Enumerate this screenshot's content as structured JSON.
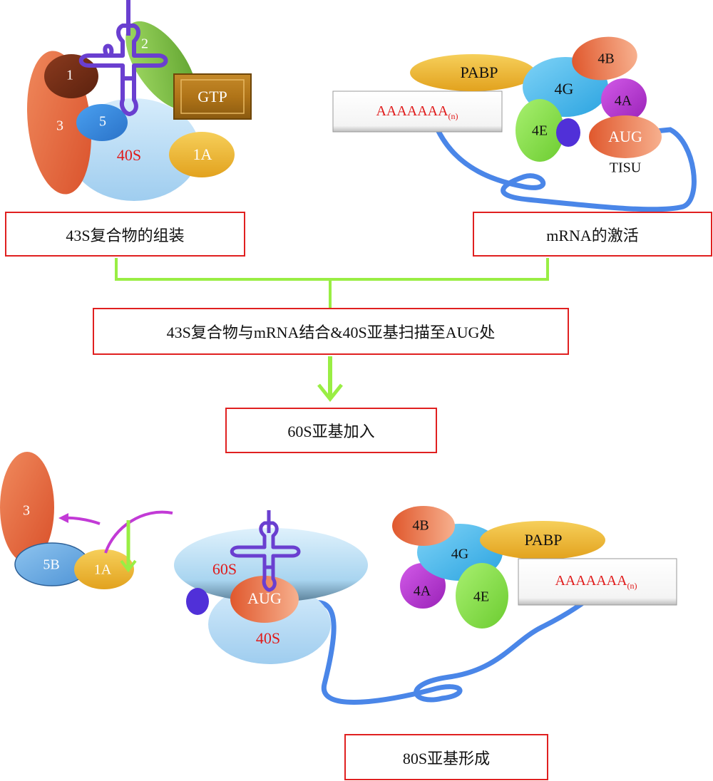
{
  "boxes": {
    "assembly": "43S复合物的组装",
    "activation": "mRNA的激活",
    "binding_scanning": "43S复合物与mRNA结合&40S亚基扫描至AUG处",
    "subunit_join": "60S亚基加入",
    "formation": "80S亚基形成"
  },
  "top_left": {
    "factor_1": "1",
    "factor_2": "2",
    "factor_3": "3",
    "factor_5": "5",
    "factor_1a": "1A",
    "gtp": "GTP",
    "subunit": "40S"
  },
  "top_right": {
    "pabp": "PABP",
    "factor_4b": "4B",
    "factor_4g": "4G",
    "factor_4a": "4A",
    "factor_4e": "4E",
    "aug": "AUG",
    "tisu": "TISU",
    "polya": "AAAAAAA",
    "polya_sub": "(n)"
  },
  "bottom_left": {
    "factor_3": "3",
    "factor_5b": "5B",
    "factor_1a": "1A"
  },
  "bottom_center": {
    "subunit_60s": "60S",
    "subunit_40s": "40S",
    "aug": "AUG"
  },
  "bottom_right": {
    "factor_4b": "4B",
    "factor_4g": "4G",
    "pabp": "PABP",
    "factor_4a": "4A",
    "factor_4e": "4E",
    "polya": "AAAAAAA",
    "polya_sub": "(n)"
  },
  "colors": {
    "box_border": "#e02020",
    "connector": "#99ee44",
    "mrna": "#4a86e8",
    "trna": "#6a3fd0",
    "red_text": "#e01a1a"
  }
}
